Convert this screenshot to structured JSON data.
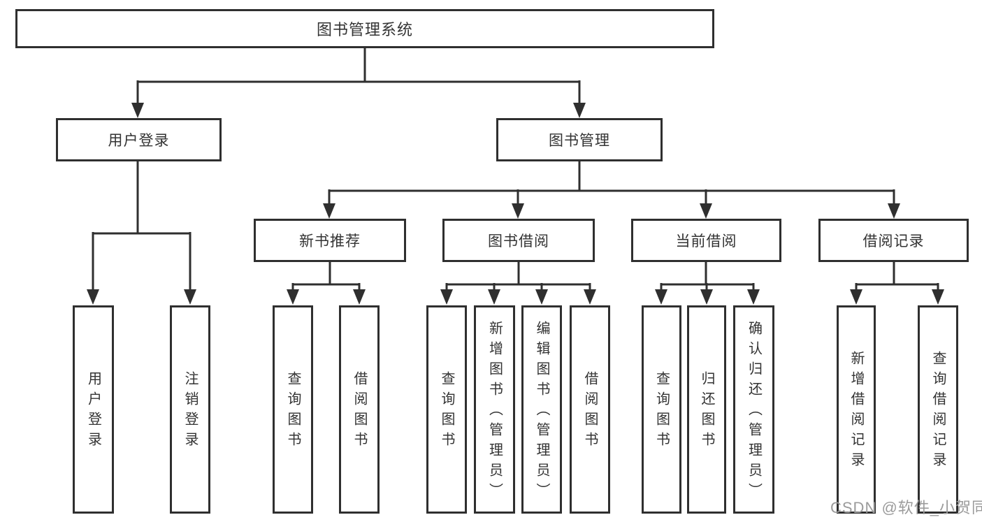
{
  "page": {
    "background": "#ffffff"
  },
  "colors": {
    "line": "#2f2f2f",
    "box_border": "#2f2f2f",
    "box_background": "#ffffff",
    "text": "#333333",
    "watermark": "#9b9b9b"
  },
  "watermark": {
    "text": "CSDN @软件_小贺同学"
  },
  "diagram": {
    "type": "hierarchy-tree",
    "root": {
      "label": "图书管理系统"
    },
    "level2": [
      {
        "id": "user-login",
        "label": "用户登录"
      },
      {
        "id": "book-management",
        "label": "图书管理"
      }
    ],
    "level3": [
      {
        "id": "new-book-recommend",
        "label": "新书推荐",
        "parent": "图书管理"
      },
      {
        "id": "book-borrowing",
        "label": "图书借阅",
        "parent": "图书管理"
      },
      {
        "id": "current-borrowing",
        "label": "当前借阅",
        "parent": "图书管理"
      },
      {
        "id": "borrowing-records",
        "label": "借阅记录",
        "parent": "图书管理"
      }
    ],
    "leaves": [
      {
        "label": "用户登录",
        "parent": "用户登录"
      },
      {
        "label": "注销登录",
        "parent": "用户登录"
      },
      {
        "label": "查询图书",
        "parent": "新书推荐"
      },
      {
        "label": "借阅图书",
        "parent": "新书推荐"
      },
      {
        "label": "查询图书",
        "parent": "图书借阅"
      },
      {
        "label": "新增图书（管理员）",
        "parent": "图书借阅"
      },
      {
        "label": "编辑图书（管理员）",
        "parent": "图书借阅"
      },
      {
        "label": "借阅图书",
        "parent": "图书借阅"
      },
      {
        "label": "查询图书",
        "parent": "当前借阅"
      },
      {
        "label": "归还图书",
        "parent": "当前借阅"
      },
      {
        "label": "确认归还（管理员）",
        "parent": "当前借阅"
      },
      {
        "label": "新增借阅记录",
        "parent": "借阅记录"
      },
      {
        "label": "查询借阅记录",
        "parent": "借阅记录"
      }
    ]
  }
}
